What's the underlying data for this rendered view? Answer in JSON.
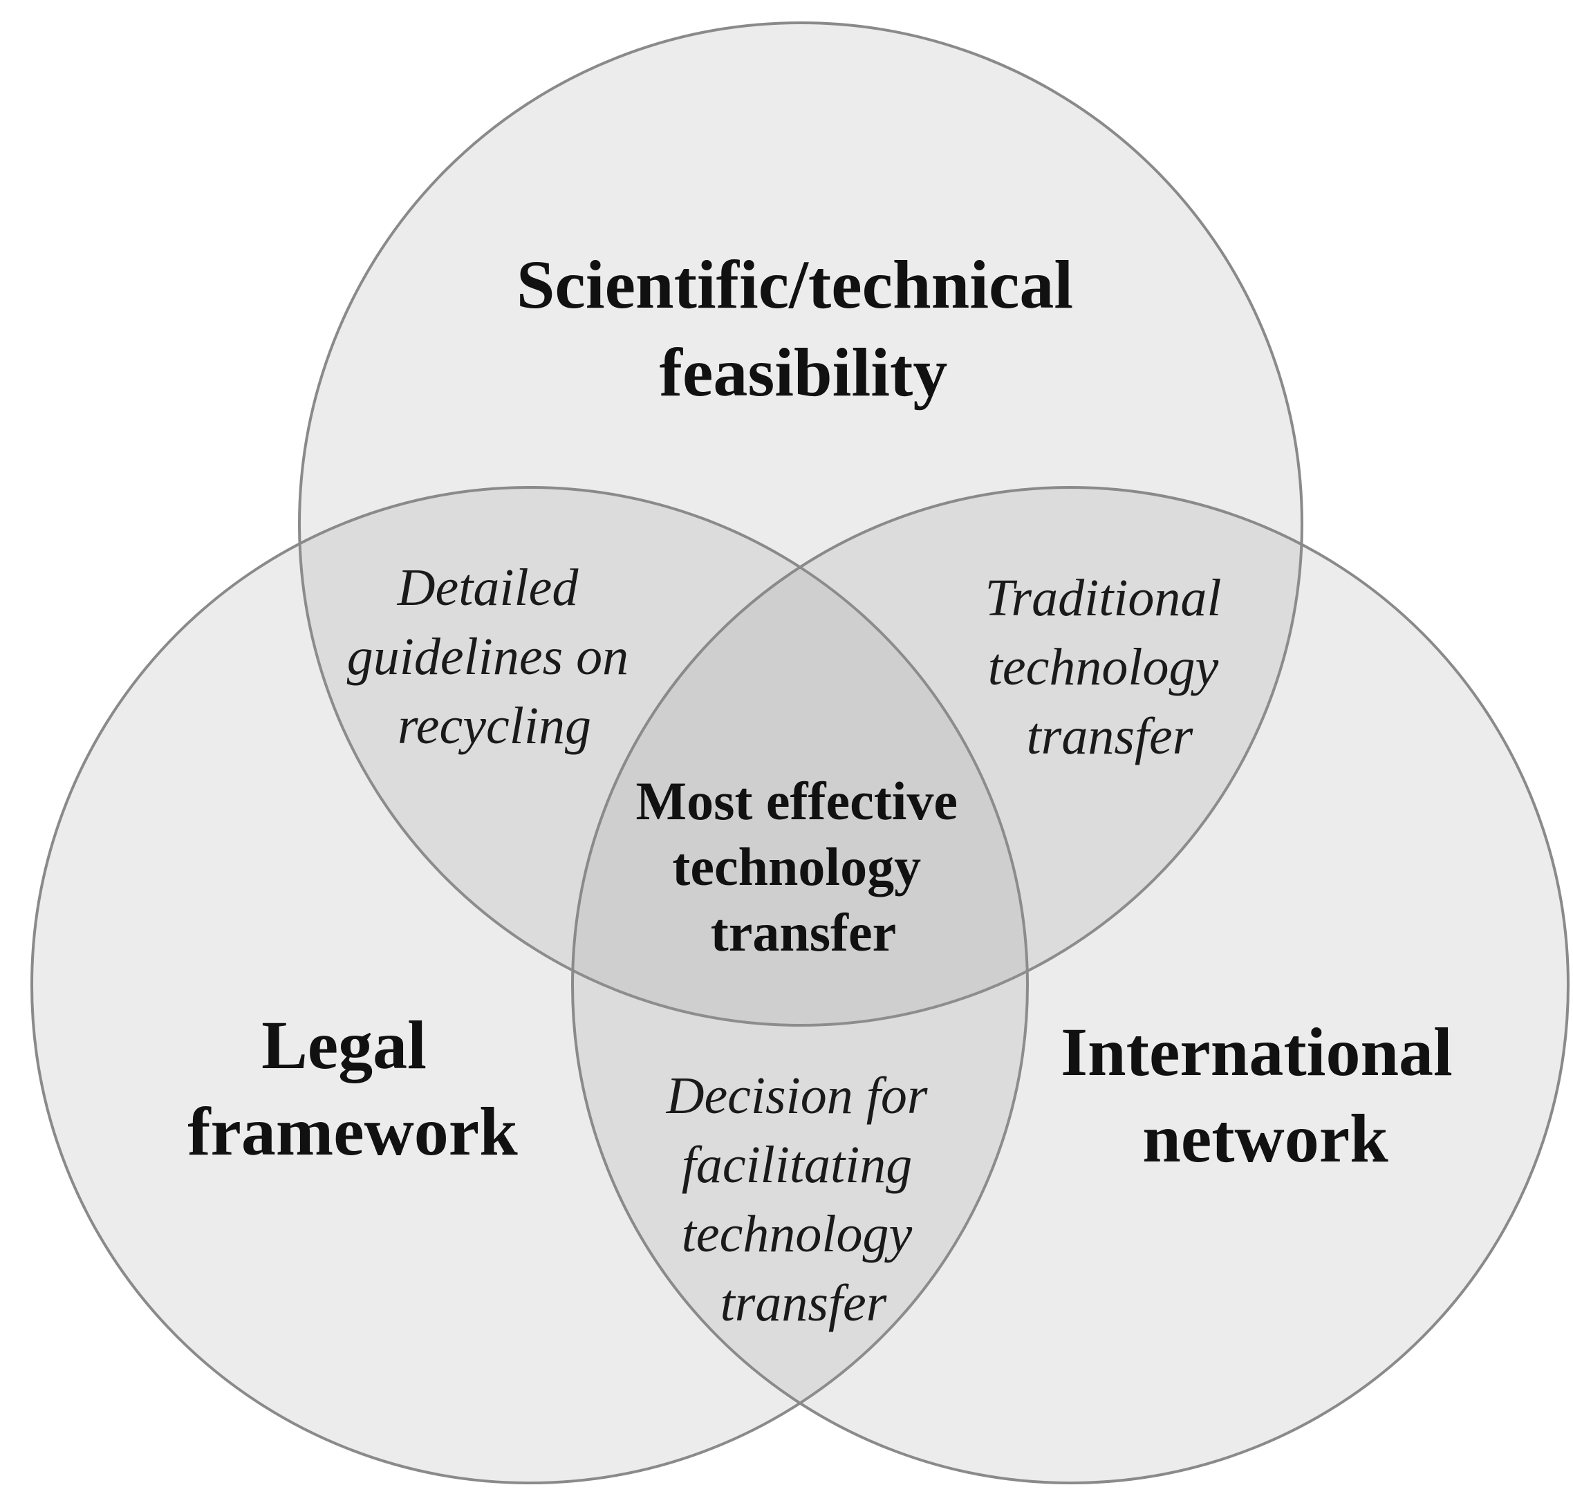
{
  "sets": {
    "top": [
      "Scientific/technical",
      "feasibility"
    ],
    "left": [
      "Legal",
      "framework"
    ],
    "right": [
      "International",
      "network"
    ]
  },
  "overlaps": {
    "top_left": [
      "Detailed",
      "guidelines on",
      "recycling"
    ],
    "top_right": [
      "Traditional",
      "technology",
      "transfer"
    ],
    "left_right": [
      "Decision for",
      "facilitating",
      "technology",
      "transfer"
    ],
    "center": [
      "Most effective",
      "technology",
      "transfer"
    ]
  },
  "colors": {
    "circle_fill": "#ececec",
    "circle_stroke": "#8a8a8a",
    "text": "#111111"
  }
}
